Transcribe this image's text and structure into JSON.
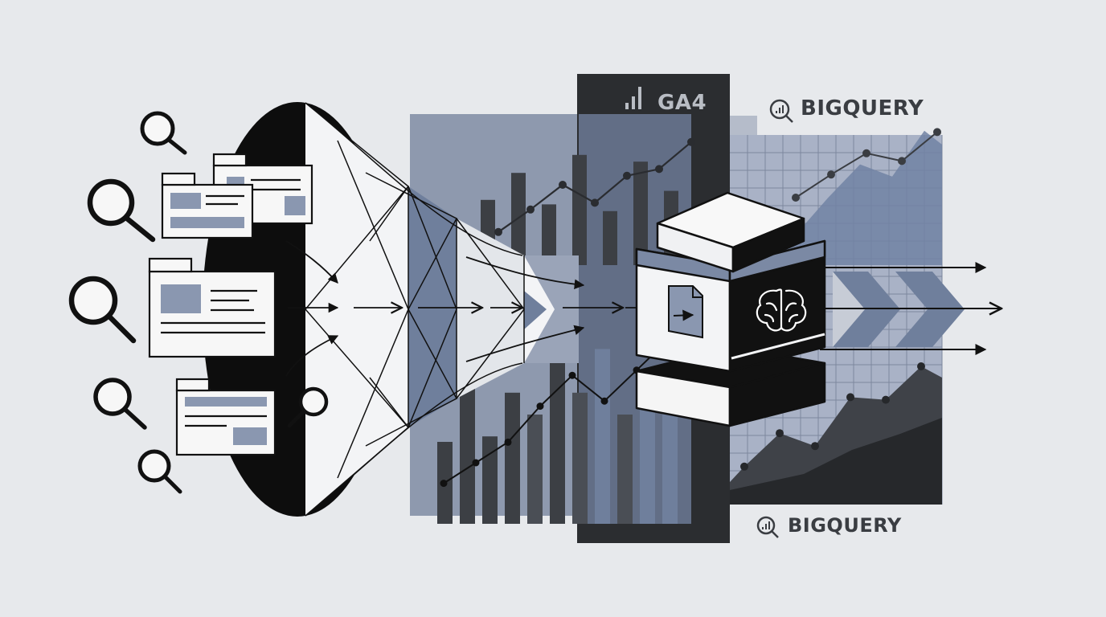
{
  "labels": {
    "ga4": "GA4",
    "bigquery_top": "BIGQUERY",
    "bigquery_bottom": "BIGQUERY"
  },
  "icons": {
    "ga4": "bar-signal-icon",
    "bigquery": "magnifier-chart-icon",
    "search": "magnifier-icon",
    "document": "document-arrow-icon",
    "brain": "brain-icon"
  },
  "colors": {
    "background": "#e7e9ec",
    "black": "#111111",
    "dark_panel": "#2b2d30",
    "slate_blue": "#6f7f9c",
    "light_slate": "#9aa4b8",
    "grid_panel": "#a9b2c6",
    "white": "#ffffff"
  },
  "chart_data": [
    {
      "type": "bar",
      "title": "",
      "xlabel": "",
      "ylabel": "",
      "values": [
        30,
        54,
        32,
        48,
        40,
        72,
        48,
        64,
        40,
        50,
        56
      ],
      "overlay_line": [
        12,
        20,
        28,
        42,
        54,
        44,
        56,
        68
      ]
    },
    {
      "type": "line",
      "title": "",
      "xlabel": "",
      "ylabel": "",
      "values": [
        8,
        28,
        50,
        34,
        58,
        64,
        88
      ]
    },
    {
      "type": "area",
      "title": "",
      "xlabel": "",
      "ylabel": "",
      "values": [
        20,
        44,
        66,
        58,
        88
      ]
    },
    {
      "type": "area",
      "title": "",
      "xlabel": "",
      "ylabel": "",
      "values": [
        12,
        38,
        28,
        66,
        64,
        90
      ]
    }
  ]
}
